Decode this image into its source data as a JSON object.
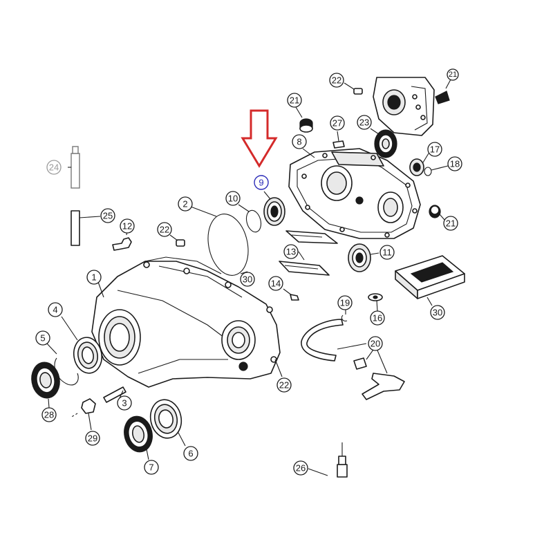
{
  "colors": {
    "ink": "#1a1a1a",
    "arrow": "#d42a2a",
    "highlight": "#2b2bb8",
    "faded": "#9a9a9a"
  },
  "highlighted_part": "9",
  "callouts": {
    "c1": "1",
    "c2": "2",
    "c3": "3",
    "c4": "4",
    "c5": "5",
    "c6": "6",
    "c7": "7",
    "c8": "8",
    "c9": "9",
    "c10": "10",
    "c11": "11",
    "c12": "12",
    "c13": "13",
    "c14": "14",
    "c16": "16",
    "c17": "17",
    "c18": "18",
    "c19": "19",
    "c20": "20",
    "c21a": "21",
    "c21b": "21",
    "c21c": "21",
    "c22a": "22",
    "c22b": "22",
    "c22c": "22",
    "c23": "23",
    "c24": "24",
    "c25": "25",
    "c26": "26",
    "c27": "27",
    "c28": "28",
    "c29": "29",
    "c30a": "30",
    "c30b": "30"
  }
}
